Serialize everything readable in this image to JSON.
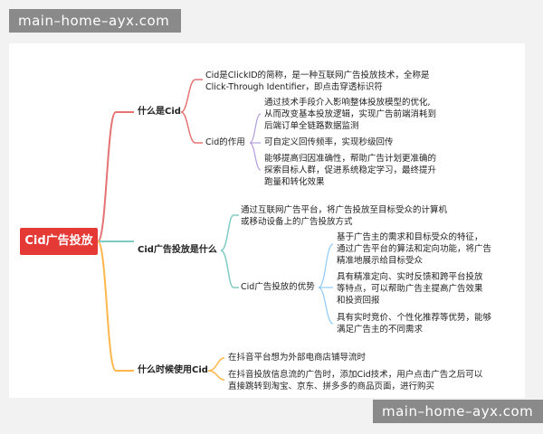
{
  "watermark": "main–home–ayx.com",
  "root": "Cid广告投放",
  "branches": [
    {
      "label": "什么是Cid",
      "children": [
        {
          "text": [
            "Cid是ClickID的简称，是一种互联网广告投放技术，全称是",
            "Click-Through Identifier，即点击穿透标识符"
          ]
        },
        {
          "label": "Cid的作用",
          "children": [
            [
              "通过技术手段介入影响整体投放模型的优化,",
              "从而改变基本投放逻辑，实现广告前端消耗到",
              "后端订单全链路数据监测"
            ],
            [
              "可自定义回传频率，实现秒级回传"
            ],
            [
              "能够提高归因准确性，帮助广告计划更准确的",
              "探索目标人群，促进系统稳定学习，最终提升",
              "跑量和转化效果"
            ]
          ]
        }
      ]
    },
    {
      "label": "Cid广告投放是什么",
      "children": [
        {
          "text": [
            "通过互联网广告平台，将广告投放至目标受众的计算机",
            "或移动设备上的广告投放方式"
          ]
        },
        {
          "label": "Cid广告投放的优势",
          "children": [
            [
              "基于广告主的需求和目标受众的特征，",
              "通过广告平台的算法和定向功能，将广告",
              "精准地展示给目标受众"
            ],
            [
              "具有精准定向、实时反馈和跨平台投放",
              "等特点，可以帮助广告主提高广告效果",
              "和投资回报"
            ],
            [
              "具有实时竞价、个性化推荐等优势，能够",
              "满足广告主的不同需求"
            ]
          ]
        }
      ]
    },
    {
      "label": "什么时候使用Cid",
      "children": [
        {
          "text": [
            "在抖音平台想为外部电商店铺导流时"
          ]
        },
        {
          "text": [
            "在抖音投放信息流的广告时，添加Cid技术，用户点击广告之后可以",
            "直接跳转到淘宝、京东、拼多多的商品页面，进行购买"
          ]
        }
      ]
    }
  ],
  "colors": {
    "root": "#e53935",
    "branch1": "#e57373",
    "branch2": "#80cbc4",
    "branch3": "#ffb74d",
    "sub1": "#b39ddb",
    "sub2": "#90caf9"
  }
}
